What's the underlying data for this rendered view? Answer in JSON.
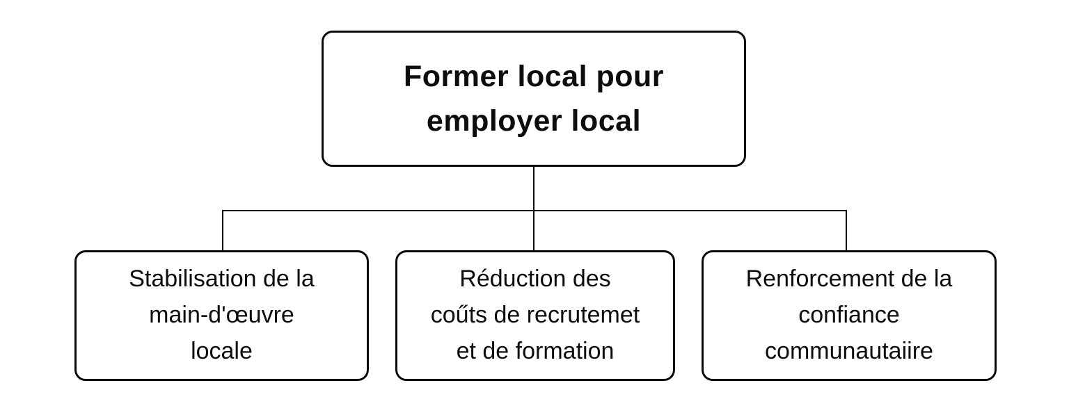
{
  "diagram": {
    "type": "flowchart",
    "background_color": "#ffffff",
    "node_border_color": "#0a0a0a",
    "connector_color": "#0a0a0a",
    "text_color": "#0d0d0d",
    "root": {
      "label": "Former local pour\nemployer local"
    },
    "children": [
      {
        "label": "Stabilisation de la\nmain-d'œuvre\nlocale"
      },
      {
        "label": "Réduction des\ncoűts de recrutemet\net de formation"
      },
      {
        "label": "Renforcement de la\nconfiance\ncommunautaiire"
      }
    ]
  }
}
